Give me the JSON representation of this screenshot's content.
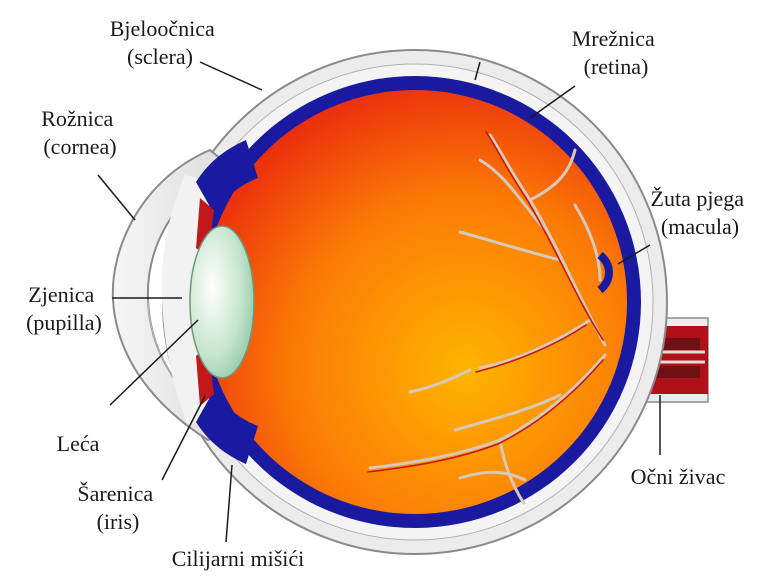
{
  "labels": {
    "sclera": [
      "Bjeloočnica",
      "(sclera)"
    ],
    "retina": [
      "Mrežnica",
      "(retina)"
    ],
    "cornea": [
      "Rožnica",
      "(cornea)"
    ],
    "macula": [
      "Žuta pjega",
      "(macula)"
    ],
    "pupil": [
      "Zjenica",
      "(pupilla)"
    ],
    "lens": "Leća",
    "iris": [
      "Šarenica",
      "(iris)"
    ],
    "optic_nerve": "Očni živac",
    "ciliary": "Cilijarni mišići"
  },
  "colors": {
    "vitreous_inner": "#ffb400",
    "vitreous_outer": "#e8200e",
    "retina_blue": "#1a1aa0",
    "sclera": "#ececec",
    "lens_inner": "#ffffff",
    "lens_outer": "#93c9a4",
    "vessel": "#d8c8b8",
    "nerve": "#b0101a"
  }
}
